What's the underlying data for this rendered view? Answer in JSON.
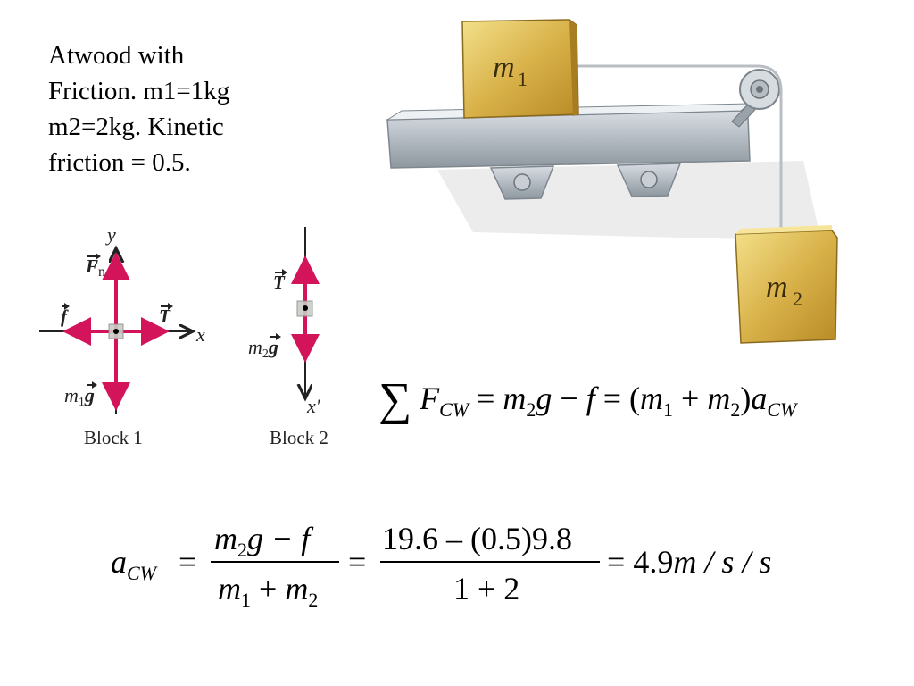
{
  "title_lines": [
    "Atwood with",
    "Friction. m1=1kg",
    "m2=2kg. Kinetic",
    "friction = 0.5."
  ],
  "apparatus": {
    "block1_label": "m",
    "block1_sub": "1",
    "block2_label": "m",
    "block2_sub": "2"
  },
  "fbd1": {
    "caption": "Block 1",
    "axis_y": "y",
    "axis_x": "x",
    "normal_force": "F",
    "normal_sub": "n",
    "friction": "f",
    "tension": "T",
    "weight_m": "m",
    "weight_sub": "1",
    "weight_g": "g"
  },
  "fbd2": {
    "caption": "Block 2",
    "axis_x": "x′",
    "tension": "T",
    "weight_m": "m",
    "weight_sub": "2",
    "weight_g": "g"
  },
  "equation1": {
    "sum": "∑",
    "F": "F",
    "F_sub": "CW",
    "eq1": "=",
    "m2": "m",
    "m2_sub": "2",
    "g": "g",
    "minus": "−",
    "f": "f",
    "eq2": "=",
    "open": "(",
    "m1": "m",
    "m1_sub": "1",
    "plus": "+",
    "m2b": "m",
    "m2b_sub": "2",
    "close": ")",
    "a": "a",
    "a_sub": "CW"
  },
  "equation2": {
    "a": "a",
    "a_sub": "CW",
    "eq1": "=",
    "num1_m": "m",
    "num1_sub": "2",
    "num1_rest": "g − f",
    "den1_m1": "m",
    "den1_sub1": "1",
    "den1_plus": "+",
    "den1_m2": "m",
    "den1_sub2": "2",
    "eq2": "=",
    "num2": "19.6 – (0.5)9.8",
    "den2": "1 + 2",
    "eq3": "=",
    "result_num": "4.9",
    "result_units": "m / s / s"
  }
}
